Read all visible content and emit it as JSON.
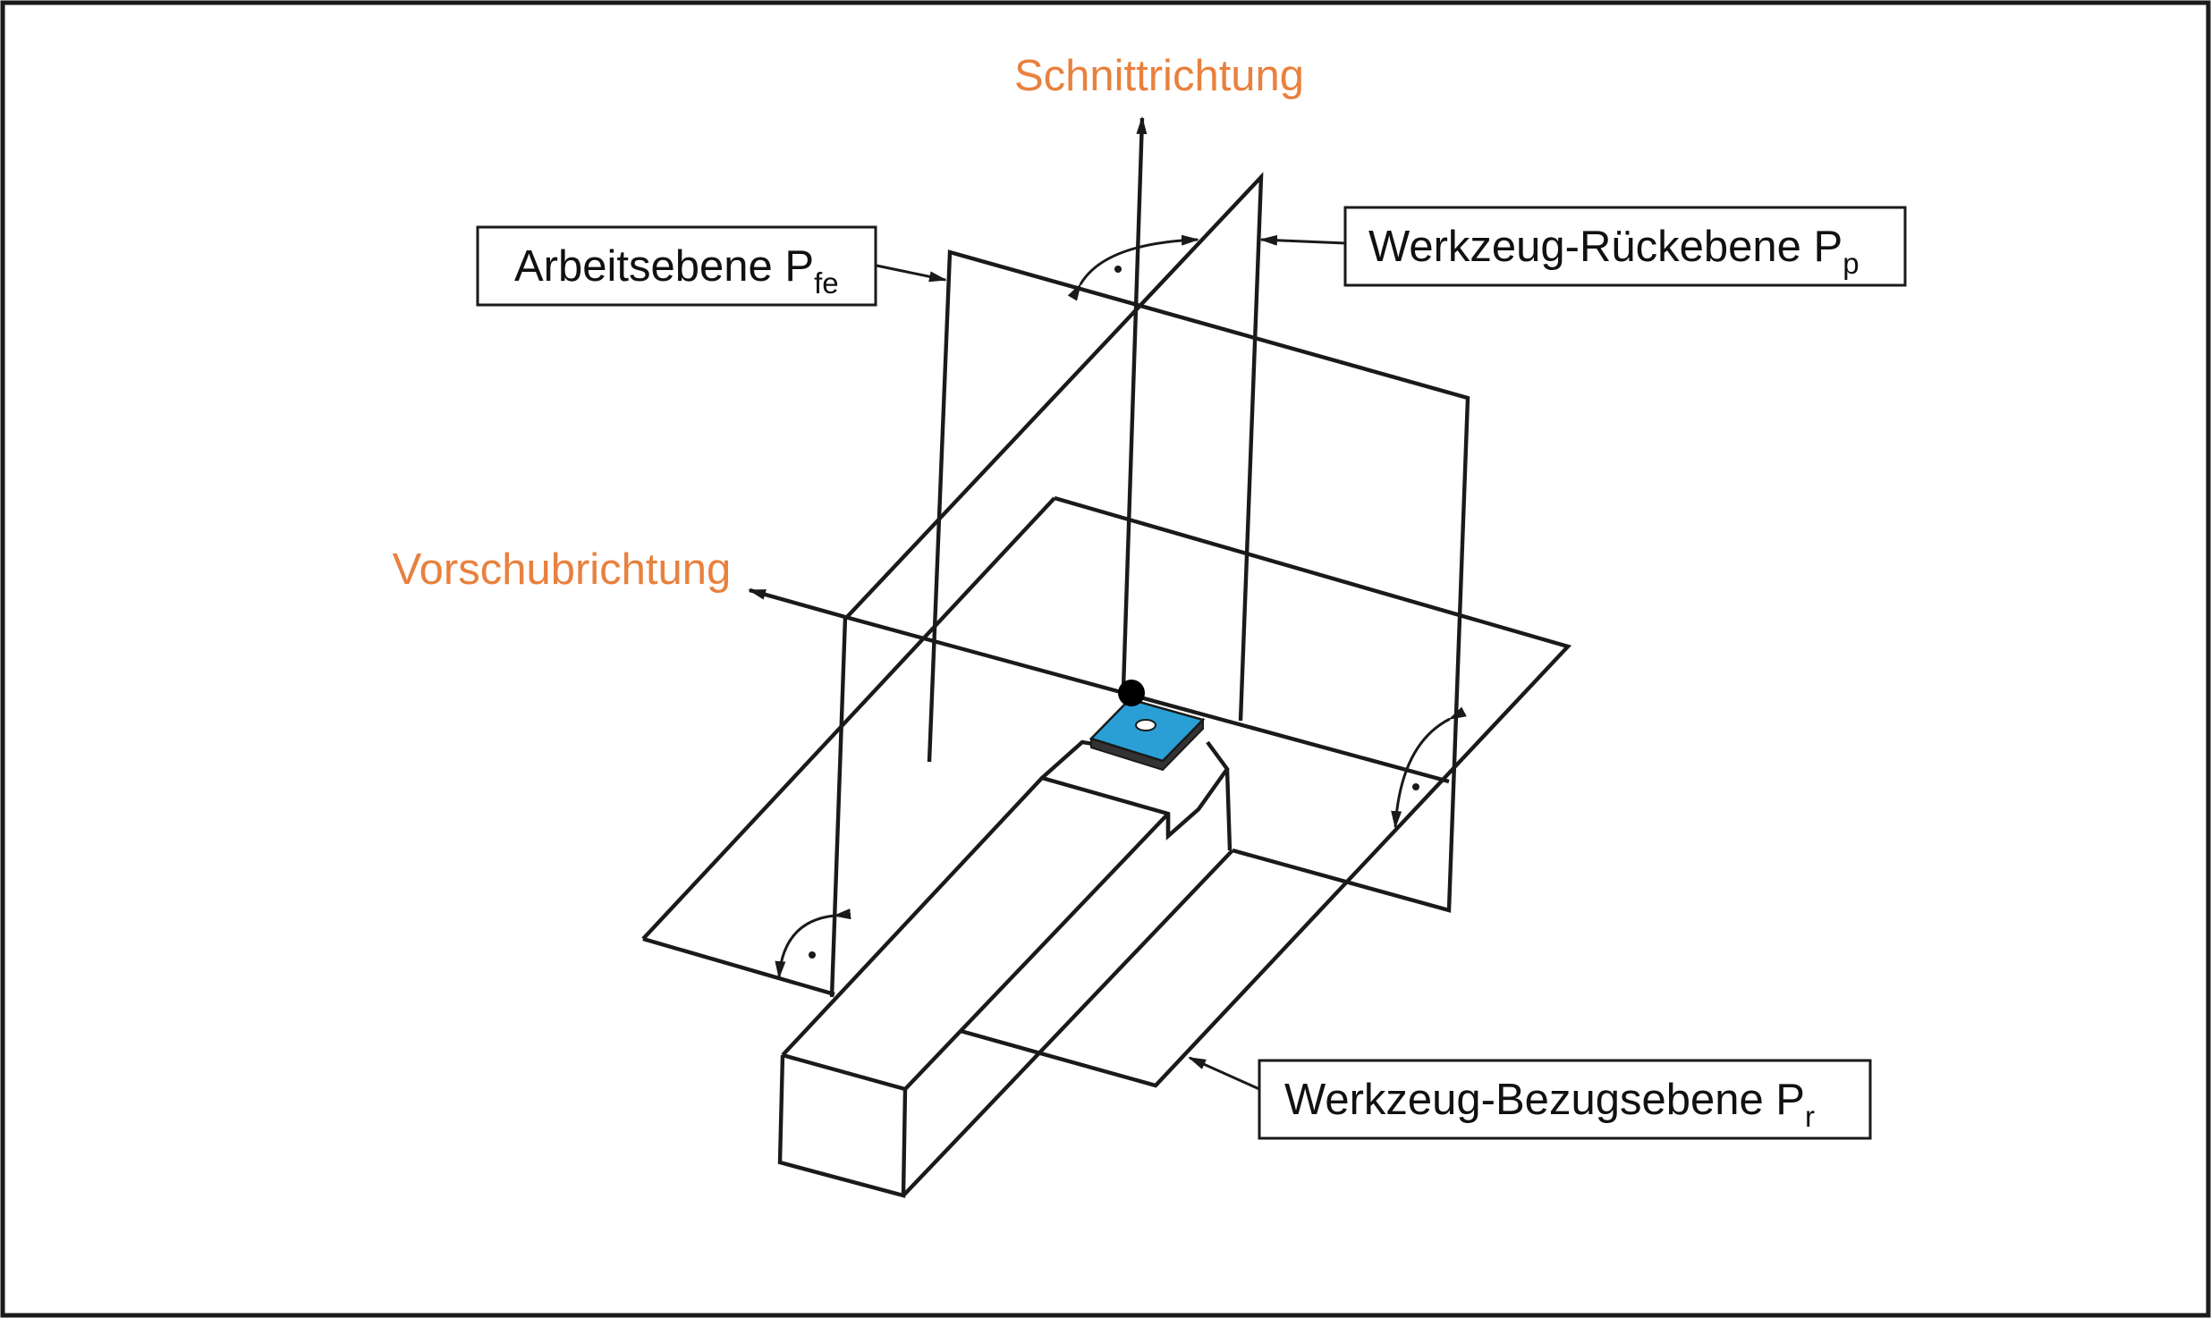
{
  "labels": {
    "cutting_direction": "Schnittrichtung",
    "feed_direction": "Vorschubrichtung",
    "working_plane": {
      "base": "Arbeitsebene P",
      "sub": "fe"
    },
    "tool_back_plane": {
      "base": "Werkzeug-Rückebene P",
      "sub": "p"
    },
    "tool_reference_plane": {
      "base": "Werkzeug-Bezugsebene P",
      "sub": "r"
    }
  },
  "colors": {
    "direction_label": "#E8813E",
    "cutting_insert": "#2A9FD6",
    "line": "#1a1a1a"
  }
}
